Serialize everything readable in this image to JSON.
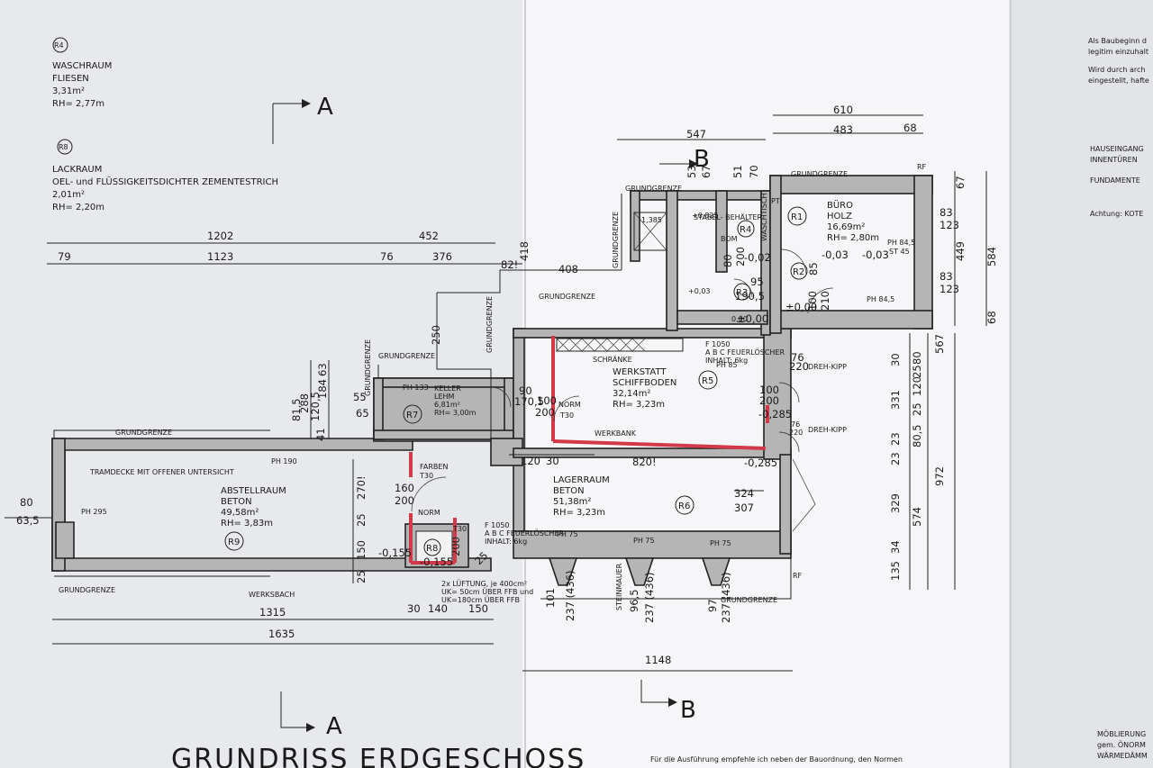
{
  "section_marks": {
    "a": "A",
    "b": "B"
  },
  "legend": [
    {
      "tag": "R4",
      "lines": [
        "WASCHRAUM",
        "FLIESEN",
        "3,31m²",
        "RH= 2,77m"
      ]
    },
    {
      "tag": "R8",
      "lines": [
        "LACKRAUM",
        "OEL- und FLÜSSIGKEITSDICHTER ZEMENTESTRICH",
        "2,01m²",
        "RH= 2,20m"
      ]
    }
  ],
  "rooms": [
    {
      "tag": "R1",
      "lines": [
        "BÜRO",
        "HOLZ",
        "16,69m²",
        "RH= 2,80m"
      ]
    },
    {
      "tag": "R5",
      "lines": [
        "WERKSTATT",
        "SCHIFFBODEN",
        "32,14m²",
        "RH= 3,23m"
      ]
    },
    {
      "tag": "R6",
      "lines": [
        "LAGERRAUM",
        "BETON",
        "51,38m²",
        "RH= 3,23m"
      ]
    },
    {
      "tag": "R7",
      "lines": [
        "KELLER",
        "LEHM",
        "6,81m²",
        "RH= 3,00m"
      ]
    },
    {
      "tag": "R9",
      "lines": [
        "ABSTELLRAUM",
        "BETON",
        "49,58m²",
        "RH= 3,83m"
      ]
    },
    {
      "tag": "R2",
      "lines": []
    },
    {
      "tag": "R3",
      "lines": []
    },
    {
      "tag": "R8",
      "lines": []
    },
    {
      "tag": "R4",
      "lines": []
    }
  ],
  "labels": {
    "grenze": "GRUNDGRENZE",
    "tramdecke": "TRAMDECKE MIT OFFENER UNTERSICHT",
    "schraenke": "SCHRÄNKE",
    "werkbank": "WERKBANK",
    "werksbach": "WERKSBACH",
    "dreh1": "DREH-KIPP",
    "dreh2": "DREH-KIPP",
    "feuer1": "F 1050\nA B C FEUERLÖSCHER\nINHALT: 6kg",
    "feuer2": "F 1050\nA B C FEUERLÖSCHER\nINHALT: 6kg",
    "lueftung": "2x LÜFTUNG, je 400cm²\nUK= 50cm ÜBER FFB und\nUK=180cm ÜBER FFB",
    "farben": "FARBEN",
    "norm1": "NORM",
    "norm2": "NORM",
    "t30a": "T30",
    "t30b": "T30",
    "t30c": "T30",
    "rf1": "RF",
    "rf2": "RF",
    "steinmauer": "STEINMAUER",
    "stabel": "STABEL-\nBEHÄLTER",
    "bom": "BOM",
    "wasch": "WASCHTISCH",
    "pt": "PT",
    "ph190": "PH 190",
    "ph295": "PH 295",
    "ph133": "PH 133",
    "ph85": "PH 85",
    "ph845a": "PH 84,5",
    "ph845b": "PH 84,5",
    "st45": "ST 45",
    "ph75a": "PH 75",
    "ph75b": "PH 75",
    "ph75c": "PH 75"
  },
  "dimensions": [
    "1202",
    "452",
    "79",
    "1123",
    "76",
    "376",
    "82!",
    "408",
    "418",
    "250",
    "288",
    "184",
    "63",
    "41",
    "81,5",
    "120,5",
    "55",
    "65",
    "90",
    "170,5",
    "100",
    "200",
    "547",
    "53",
    "67",
    "51",
    "70",
    "610",
    "483",
    "68",
    "67",
    "449",
    "584",
    "68",
    "83",
    "123",
    "83",
    "123",
    "331",
    "80,5",
    "25",
    "120",
    "25",
    "80",
    "567",
    "972",
    "23",
    "23",
    "30",
    "329",
    "574",
    "34",
    "135",
    "120",
    "30",
    "820!",
    "324",
    "307",
    "80",
    "63,5",
    "270!",
    "160",
    "200",
    "25",
    "150",
    "25",
    "1315",
    "30",
    "140",
    "150",
    "1635",
    "1148",
    "101",
    "237 (436)",
    "96,5",
    "237 (436)",
    "97",
    "237 (436)",
    "85",
    "210",
    "100",
    "95",
    "190,5",
    "80",
    "200",
    "25",
    "200",
    "±0,00",
    "±0,00",
    "-0,02",
    "-0,03",
    "-0,285",
    "-0,285",
    "-0,155",
    "-0,155",
    "-0,03",
    "76",
    "220",
    "100",
    "200",
    "76",
    "220",
    "1,385",
    "+0,825",
    "+0,03",
    "0,00"
  ],
  "title": "GRUNDRISS     ERDGESCHOSS",
  "notes_right": {
    "top": [
      "Als Baubeginn d",
      "legitim einzuhalt",
      "Wird durch arch",
      "eingestellt, hafte"
    ],
    "mid": [
      "HAUSEINGANG",
      "INNENTÜREN",
      "FUNDAMENTE",
      "Achtung: KOTE"
    ],
    "bottom": [
      "MÖBLIERUNG",
      "gem. ÖNORM",
      "WÄRMEDÄMM"
    ]
  },
  "footer_note": "Für die Ausführung empfehle ich neben der Bauordnung, den Normen"
}
